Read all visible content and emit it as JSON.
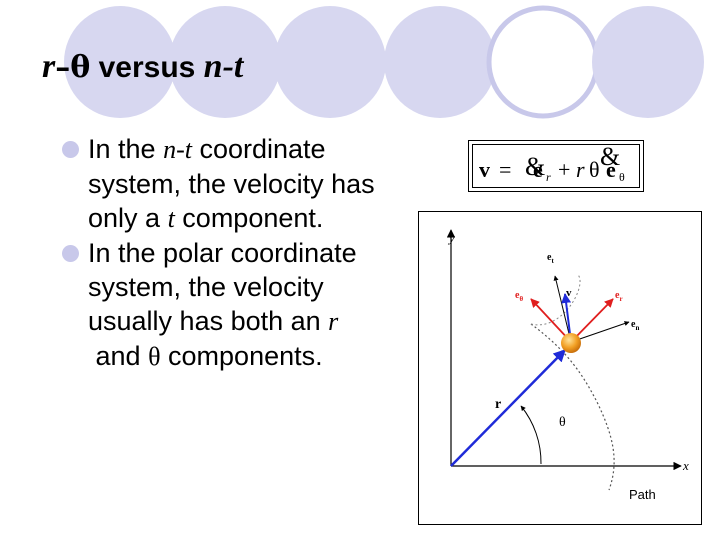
{
  "title": {
    "r": "r",
    "dash": "–",
    "theta": "θ",
    "versus": " versus ",
    "nt": "n-t"
  },
  "bullets": [
    {
      "parts": [
        "In the ",
        "n-t",
        " coordinate system, the velocity has only a ",
        "t",
        " component."
      ]
    },
    {
      "parts": [
        "In the polar coordinate system, the velocity usually has both an ",
        "r",
        " and ",
        "θ",
        " components."
      ]
    }
  ],
  "equation": {
    "v": "v",
    "eq": "=",
    "rdot_glyph": "&",
    "er": "e",
    "er_sub": "r",
    "plus": "+",
    "r": "r",
    "theta": "θ",
    "thetadot_glyph": "&",
    "etheta": "e",
    "etheta_sub": "θ"
  },
  "figure": {
    "y_label": "y",
    "x_label": "x",
    "r_label": "r",
    "theta_label": "θ",
    "path_label": "Path",
    "v_label": "v",
    "et_label": "e",
    "et_sub": "t",
    "en_label": "e",
    "en_sub": "n",
    "er_label": "e",
    "er_sub": "r",
    "etheta_label": "e",
    "etheta_sub": "θ"
  },
  "colors": {
    "circle_fill": "#d7d7f0",
    "circle_outline": "#c8c8ea",
    "bullet": "#c8c8ea",
    "arrow_blue": "#1f2bd8",
    "arrow_red": "#e01e1e",
    "particle": "#f2a024"
  }
}
